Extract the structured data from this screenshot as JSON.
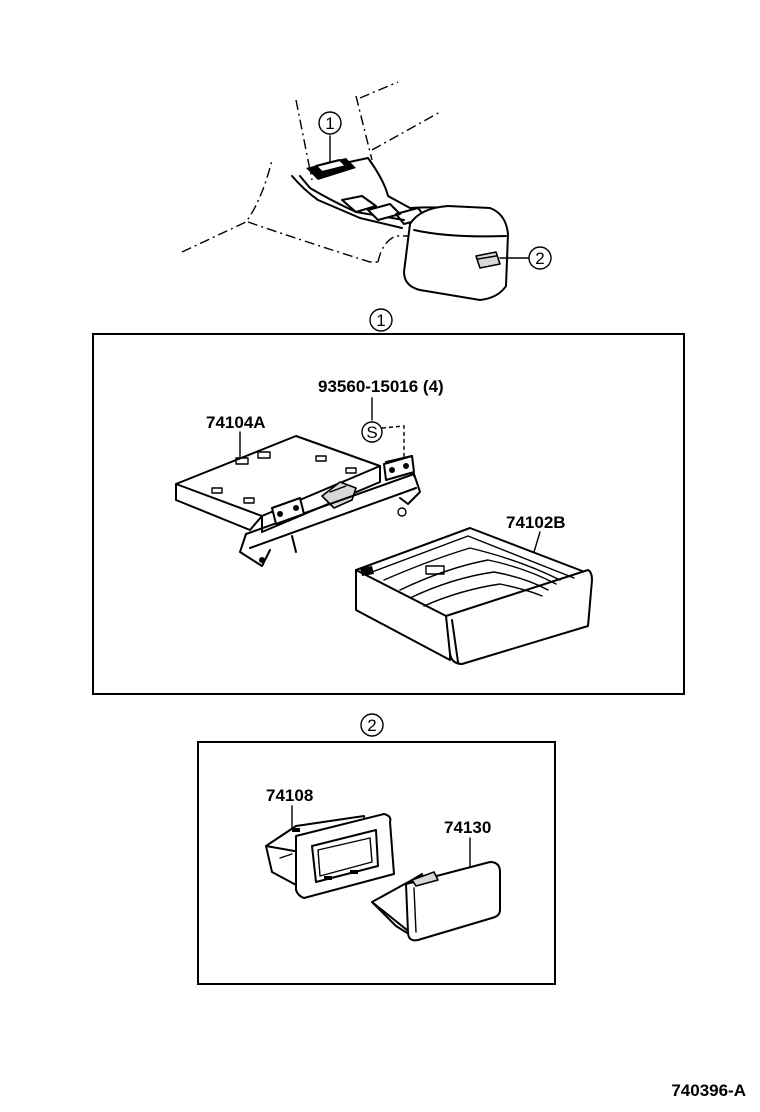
{
  "callouts": {
    "one": "1",
    "two": "2"
  },
  "section_one": {
    "marker": "1",
    "bolt_part": "93560-15016 (4)",
    "bolt_symbol": "S",
    "bracket_part": "74104A",
    "drawer_part": "74102B"
  },
  "section_two": {
    "marker": "2",
    "housing_part": "74108",
    "ashtray_part": "74130"
  },
  "figure_code": "740396-A"
}
